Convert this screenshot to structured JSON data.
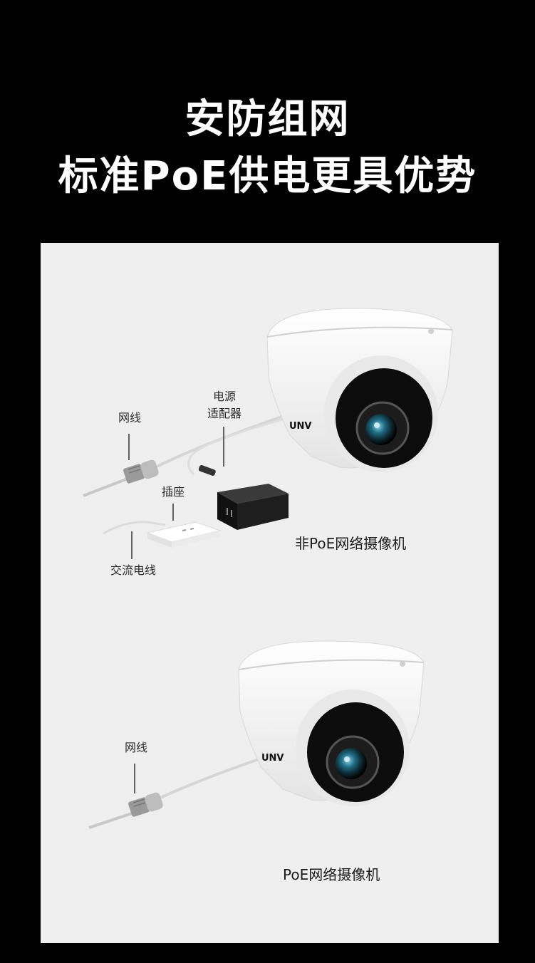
{
  "headline": {
    "line1": "安防组网",
    "line2": "标准PoE供电更具优势"
  },
  "non_poe_scene": {
    "label_network_cable": "网线",
    "label_power_adapter_line1": "电源",
    "label_power_adapter_line2": "适配器",
    "label_socket": "插座",
    "label_ac_cable": "交流电线",
    "camera_caption": "非PoE网络摄像机",
    "camera_logo": "UNV"
  },
  "poe_scene": {
    "label_network_cable": "网线",
    "camera_caption": "PoE网络摄像机",
    "camera_logo": "UNV"
  },
  "colors": {
    "page_background": "#000000",
    "panel_background": "#efefef",
    "headline_text": "#ffffff",
    "adapter": "#1a1a1a"
  }
}
